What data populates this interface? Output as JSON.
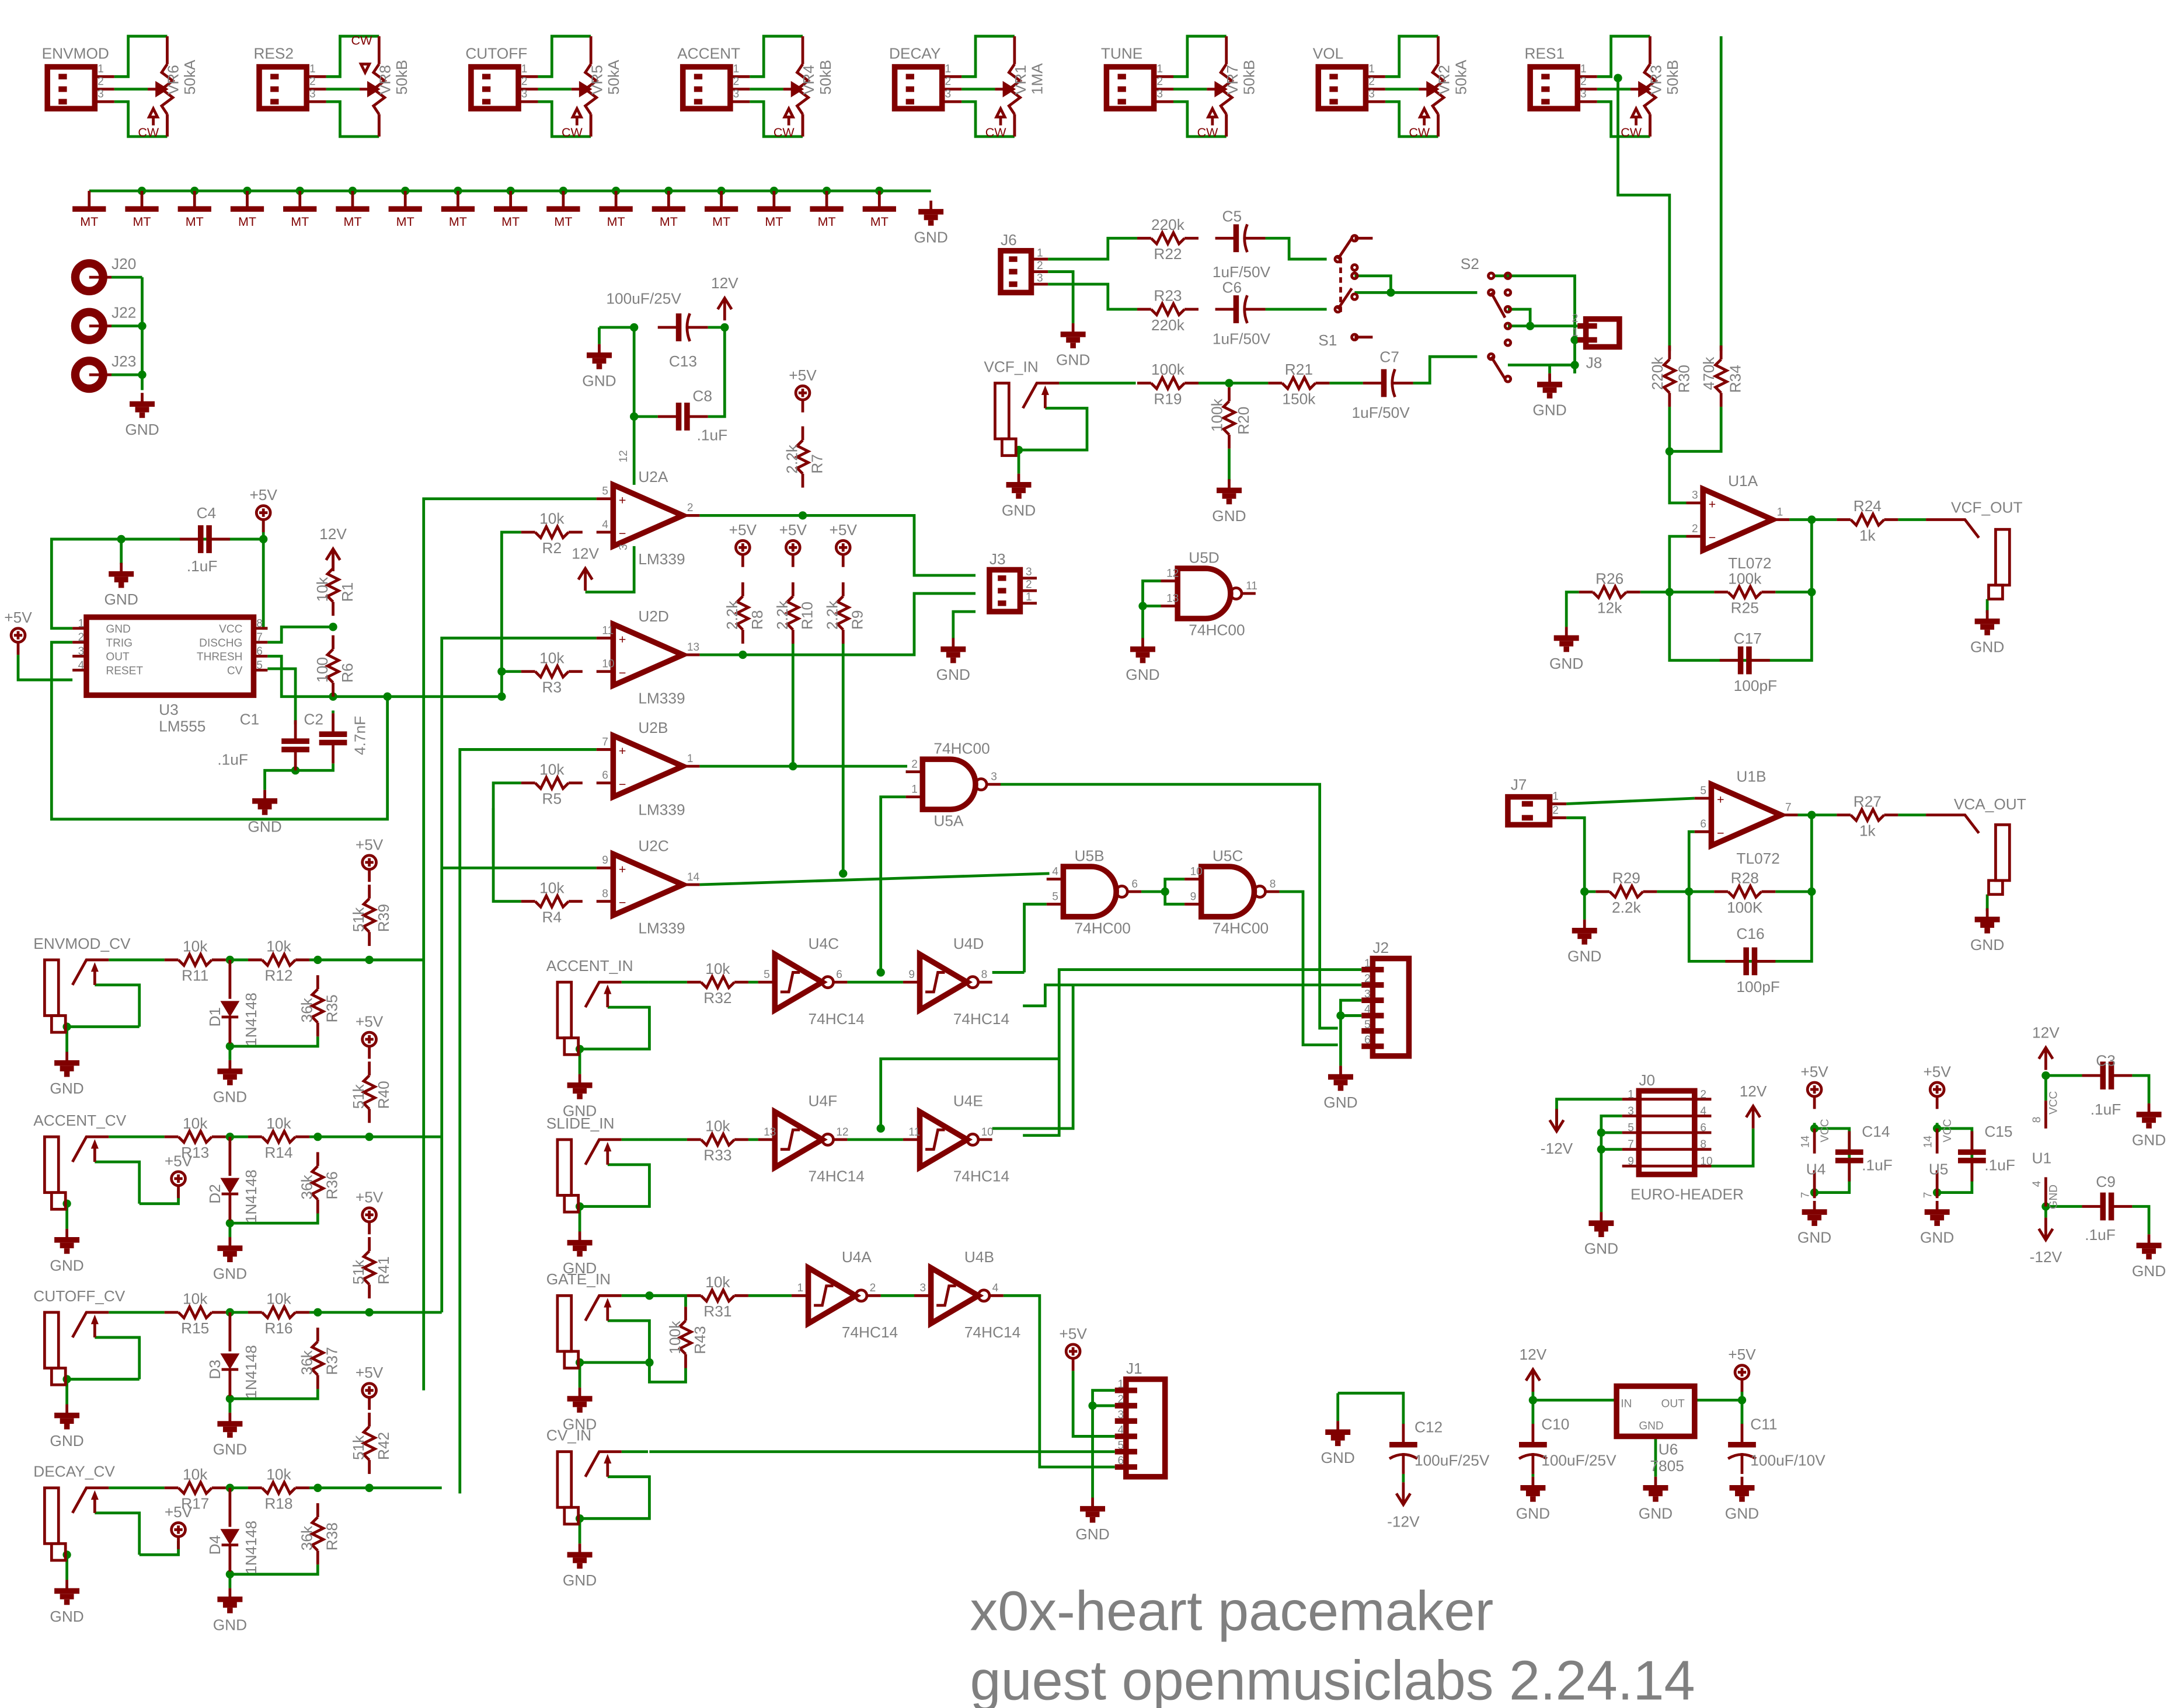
{
  "title": {
    "line1": "x0x-heart pacemaker",
    "line2": "guest openmusiclabs 2.24.14"
  },
  "colors": {
    "part": "#800000",
    "wire": "#008000",
    "text": "#808080"
  },
  "pots": [
    {
      "conn": "ENVMOD",
      "ref": "VR6",
      "value": "50kA"
    },
    {
      "conn": "RES2",
      "ref": "VR8",
      "value": "50kB"
    },
    {
      "conn": "CUTOFF",
      "ref": "VR5",
      "value": "50kA"
    },
    {
      "conn": "ACCENT",
      "ref": "VR4",
      "value": "50kB"
    },
    {
      "conn": "DECAY",
      "ref": "VR1",
      "value": "1MA"
    },
    {
      "conn": "TUNE",
      "ref": "VR7",
      "value": "50kB"
    },
    {
      "conn": "VOL",
      "ref": "VR2",
      "value": "50kA"
    },
    {
      "conn": "RES1",
      "ref": "VR3",
      "value": "50kB"
    }
  ],
  "labels": {
    "cw": "CW",
    "mt": "MT",
    "gnd": "GND",
    "p5v": "+5V",
    "v12": "12V",
    "vn12": "-12V",
    "pin1": "1",
    "pin2": "2",
    "pin3": "3",
    "vcc": "VCC"
  },
  "mount_holes": [
    "J20",
    "J22",
    "J23"
  ],
  "timer": {
    "ref": "U3",
    "part": "LM555",
    "pins_left": [
      {
        "n": "1",
        "name": "GND"
      },
      {
        "n": "2",
        "name": "TRIG"
      },
      {
        "n": "3",
        "name": "OUT"
      },
      {
        "n": "4",
        "name": "RESET"
      }
    ],
    "pins_right": [
      {
        "n": "8",
        "name": "VCC"
      },
      {
        "n": "7",
        "name": "DISCHG"
      },
      {
        "n": "6",
        "name": "THRESH"
      },
      {
        "n": "5",
        "name": "CV"
      }
    ]
  },
  "caps": {
    "C4": {
      "ref": "C4",
      "value": ".1uF"
    },
    "C1": {
      "ref": "C1",
      "value": ".1uF"
    },
    "C2": {
      "ref": "C2",
      "value": "4.7nF"
    },
    "C13": {
      "ref": "C13",
      "value": "100uF/25V"
    },
    "C8": {
      "ref": "C8",
      "value": ".1uF"
    },
    "C5": {
      "ref": "C5",
      "value": "1uF/50V"
    },
    "C6": {
      "ref": "C6",
      "value": "1uF/50V"
    },
    "C7": {
      "ref": "C7",
      "value": "1uF/50V"
    },
    "C17": {
      "ref": "C17",
      "value": "100pF"
    },
    "C16": {
      "ref": "C16",
      "value": "100pF"
    },
    "C14": {
      "ref": "C14",
      "value": ".1uF"
    },
    "C15": {
      "ref": "C15",
      "value": ".1uF"
    },
    "C3": {
      "ref": "C3",
      "value": ".1uF"
    },
    "C9": {
      "ref": "C9",
      "value": ".1uF"
    },
    "C12": {
      "ref": "C12",
      "value": "100uF/25V"
    },
    "C10": {
      "ref": "C10",
      "value": "100uF/25V"
    },
    "C11": {
      "ref": "C11",
      "value": "100uF/10V"
    }
  },
  "resistors": {
    "R1": {
      "ref": "R1",
      "value": "10k"
    },
    "R6": {
      "ref": "R6",
      "value": "100"
    },
    "R2": {
      "ref": "R2",
      "value": "10k"
    },
    "R3": {
      "ref": "R3",
      "value": "10k"
    },
    "R5": {
      "ref": "R5",
      "value": "10k"
    },
    "R4": {
      "ref": "R4",
      "value": "10k"
    },
    "R7": {
      "ref": "R7",
      "value": "2.2k"
    },
    "R8": {
      "ref": "R8",
      "value": "2.2k"
    },
    "R10": {
      "ref": "R10",
      "value": "2.2k"
    },
    "R9": {
      "ref": "R9",
      "value": "2.2k"
    },
    "R22": {
      "ref": "R22",
      "value": "220k"
    },
    "R23": {
      "ref": "R23",
      "value": "220k"
    },
    "R19": {
      "ref": "R19",
      "value": "100k"
    },
    "R21": {
      "ref": "R21",
      "value": "150k"
    },
    "R20": {
      "ref": "R20",
      "value": "100k"
    },
    "R30": {
      "ref": "R30",
      "value": "220k"
    },
    "R34": {
      "ref": "R34",
      "value": "470k"
    },
    "R24": {
      "ref": "R24",
      "value": "1k"
    },
    "R26": {
      "ref": "R26",
      "value": "12k"
    },
    "R25": {
      "ref": "R25",
      "value": "100k"
    },
    "R27": {
      "ref": "R27",
      "value": "1k"
    },
    "R29": {
      "ref": "R29",
      "value": "2.2k"
    },
    "R28": {
      "ref": "R28",
      "value": "100K"
    },
    "R11": {
      "ref": "R11",
      "value": "10k"
    },
    "R12": {
      "ref": "R12",
      "value": "10k"
    },
    "R13": {
      "ref": "R13",
      "value": "10k"
    },
    "R14": {
      "ref": "R14",
      "value": "10k"
    },
    "R15": {
      "ref": "R15",
      "value": "10k"
    },
    "R16": {
      "ref": "R16",
      "value": "10k"
    },
    "R17": {
      "ref": "R17",
      "value": "10k"
    },
    "R18": {
      "ref": "R18",
      "value": "10k"
    },
    "R35": {
      "ref": "R35",
      "value": "36k"
    },
    "R36": {
      "ref": "R36",
      "value": "36k"
    },
    "R37": {
      "ref": "R37",
      "value": "36k"
    },
    "R38": {
      "ref": "R38",
      "value": "36k"
    },
    "R39": {
      "ref": "R39",
      "value": "51k"
    },
    "R40": {
      "ref": "R40",
      "value": "51k"
    },
    "R41": {
      "ref": "R41",
      "value": "51k"
    },
    "R42": {
      "ref": "R42",
      "value": "51k"
    },
    "R32": {
      "ref": "R32",
      "value": "10k"
    },
    "R33": {
      "ref": "R33",
      "value": "10k"
    },
    "R31": {
      "ref": "R31",
      "value": "10k"
    },
    "R43": {
      "ref": "R43",
      "value": "100k"
    }
  },
  "diodes": [
    {
      "ref": "D1",
      "value": "1N4148"
    },
    {
      "ref": "D2",
      "value": "1N4148"
    },
    {
      "ref": "D3",
      "value": "1N4148"
    },
    {
      "ref": "D4",
      "value": "1N4148"
    }
  ],
  "comparators": [
    {
      "ref": "U2A",
      "part": "LM339",
      "pin_plus": "5",
      "pin_minus": "4",
      "pin_out": "2"
    },
    {
      "ref": "U2D",
      "part": "LM339",
      "pin_plus": "11",
      "pin_minus": "10",
      "pin_out": "13"
    },
    {
      "ref": "U2B",
      "part": "LM339",
      "pin_plus": "7",
      "pin_minus": "6",
      "pin_out": "1"
    },
    {
      "ref": "U2C",
      "part": "LM339",
      "pin_plus": "9",
      "pin_minus": "8",
      "pin_out": "14"
    }
  ],
  "u2a_pins": {
    "vcc": "12",
    "gnd": "3"
  },
  "opamps": [
    {
      "ref": "U1A",
      "part": "TL072",
      "pin_plus": "3",
      "pin_minus": "2",
      "pin_out": "1"
    },
    {
      "ref": "U1B",
      "part": "TL072",
      "pin_plus": "5",
      "pin_minus": "6",
      "pin_out": "7"
    }
  ],
  "nands": [
    {
      "ref": "U5A",
      "part": "74HC00",
      "a": "2",
      "b": "1",
      "y": "3"
    },
    {
      "ref": "U5B",
      "part": "74HC00",
      "a": "4",
      "b": "5",
      "y": "6"
    },
    {
      "ref": "U5C",
      "part": "74HC00",
      "a": "10",
      "b": "9",
      "y": "8"
    },
    {
      "ref": "U5D",
      "part": "74HC00",
      "a": "12",
      "b": "13",
      "y": "11"
    }
  ],
  "inverters": [
    {
      "ref": "U4C",
      "part": "74HC14",
      "in": "5",
      "out": "6"
    },
    {
      "ref": "U4D",
      "part": "74HC14",
      "in": "9",
      "out": "8"
    },
    {
      "ref": "U4F",
      "part": "74HC14",
      "in": "13",
      "out": "12"
    },
    {
      "ref": "U4E",
      "part": "74HC14",
      "in": "11",
      "out": "10"
    },
    {
      "ref": "U4A",
      "part": "74HC14",
      "in": "1",
      "out": "2"
    },
    {
      "ref": "U4B",
      "part": "74HC14",
      "in": "3",
      "out": "4"
    }
  ],
  "jacks": {
    "cv_left": [
      "ENVMOD_CV",
      "ACCENT_CV",
      "CUTOFF_CV",
      "DECAY_CV"
    ],
    "logic_in": [
      "ACCENT_IN",
      "SLIDE_IN",
      "GATE_IN",
      "CV_IN"
    ],
    "vcf_in": "VCF_IN",
    "vcf_out": "VCF_OUT",
    "vca_out": "VCA_OUT"
  },
  "connectors": {
    "J3": {
      "ref": "J3",
      "pins": [
        "3",
        "2",
        "1"
      ]
    },
    "J6": {
      "ref": "J6",
      "pins": [
        "1",
        "2",
        "3"
      ]
    },
    "J8": {
      "ref": "J8",
      "pins": [
        "2",
        "1"
      ]
    },
    "J7": {
      "ref": "J7",
      "pins": [
        "1",
        "2"
      ]
    },
    "J2": {
      "ref": "J2",
      "pins": [
        "1",
        "2",
        "3",
        "4",
        "5",
        "6"
      ]
    },
    "J1": {
      "ref": "J1",
      "pins": [
        "1",
        "2",
        "3",
        "4",
        "5",
        "6"
      ]
    },
    "J0": {
      "ref": "J0",
      "name": "EURO-HEADER",
      "pins_l": [
        "1",
        "3",
        "5",
        "7",
        "9"
      ],
      "pins_r": [
        "2",
        "4",
        "6",
        "8",
        "10"
      ]
    }
  },
  "switches": {
    "S1": "S1",
    "S2": "S2"
  },
  "power": {
    "U4": {
      "ref": "U4",
      "vcc_pin": "14",
      "gnd_pin": "7"
    },
    "U5": {
      "ref": "U5",
      "vcc_pin": "14",
      "gnd_pin": "7"
    },
    "U1": {
      "ref": "U1",
      "vcc_pin": "8",
      "gnd_pin": "4"
    },
    "U6": {
      "ref": "U6",
      "part": "7805",
      "in": "IN",
      "out": "OUT",
      "gnd": "GND"
    }
  }
}
